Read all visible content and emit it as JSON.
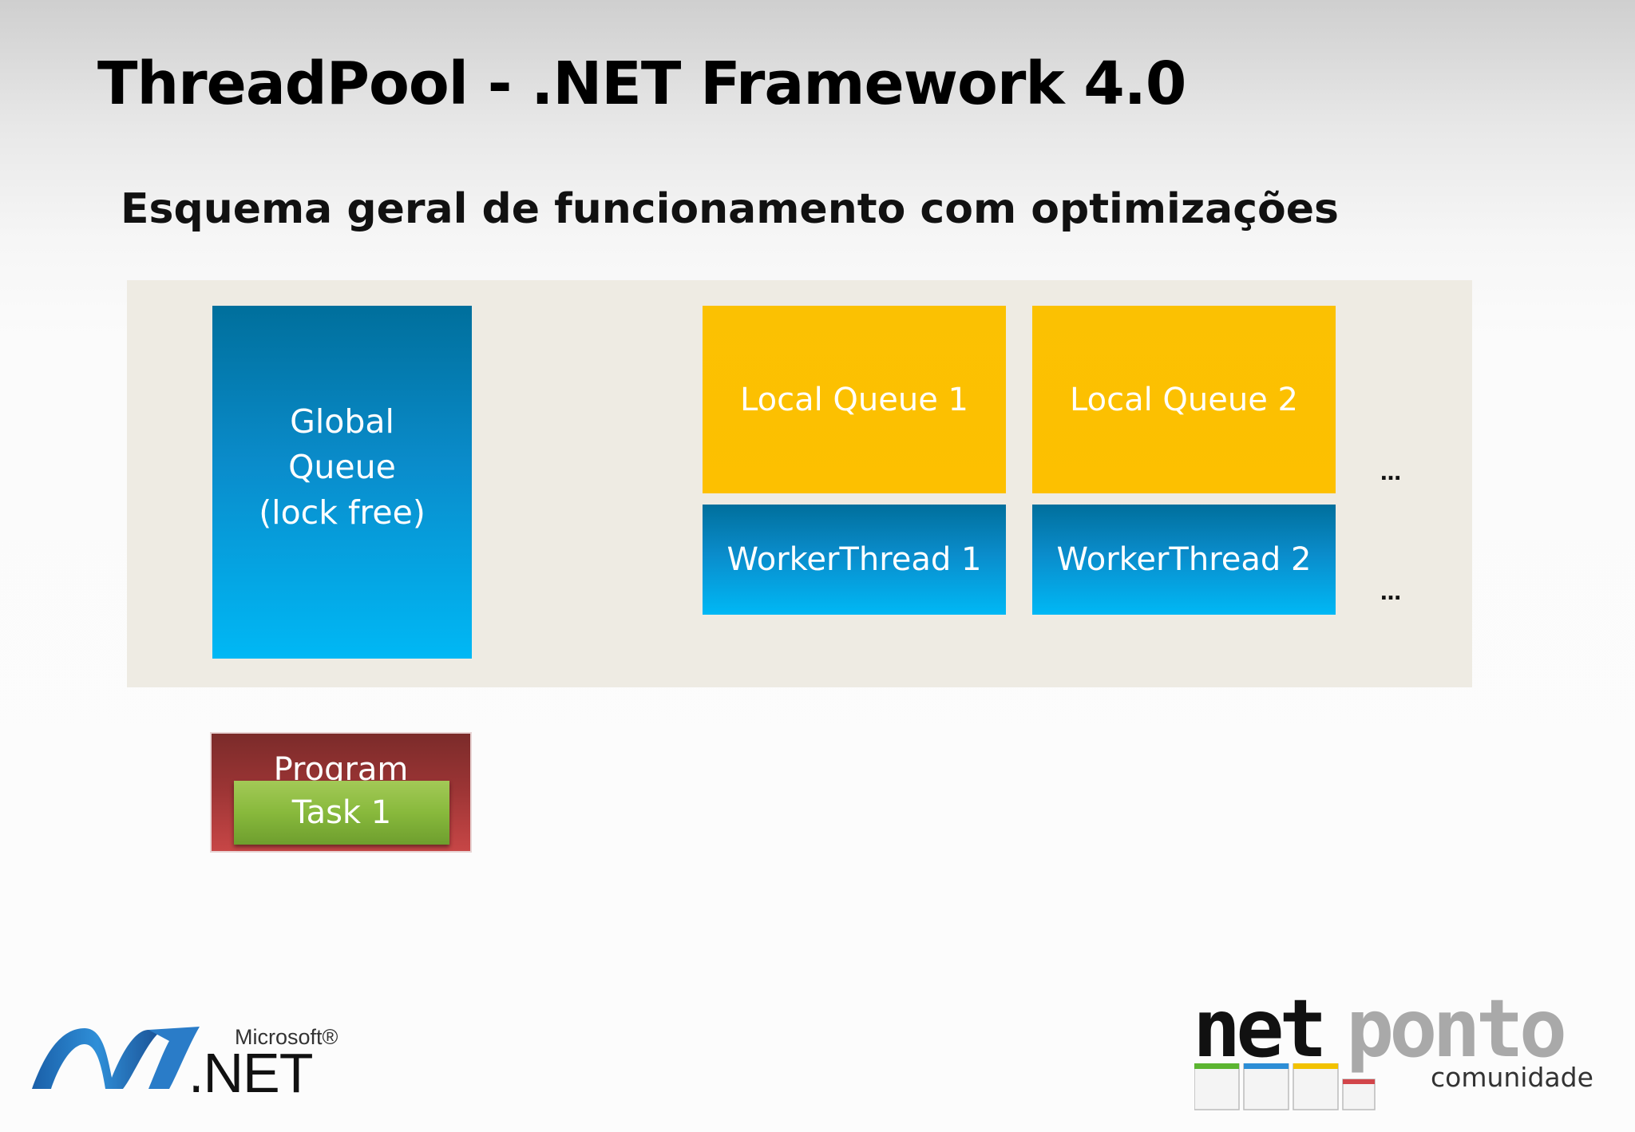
{
  "slide": {
    "title": "ThreadPool - .NET Framework 4.0",
    "subtitle": "Esquema geral de funcionamento com optimizações"
  },
  "diagram": {
    "global_queue": "Global\nQueue\n(lock free)",
    "local_queues": [
      "Local Queue 1",
      "Local Queue 2"
    ],
    "worker_threads": [
      "WorkerThread 1",
      "WorkerThread 2"
    ],
    "ellipsis": "…",
    "program_label": "Program",
    "task_label": "Task 1"
  },
  "logos": {
    "microsoft_label": "Microsoft®",
    "dotnet_label": ".NET",
    "netponto_net": "net",
    "netponto_ponto": "ponto",
    "netponto_tagline": "comunidade"
  },
  "colors": {
    "global_queue": "#0a8ccb",
    "local_queue": "#fdc000",
    "worker_thread": "#0a8ccb",
    "program": "#9a3434",
    "task": "#88b93c",
    "panel": "#eeebe3"
  }
}
